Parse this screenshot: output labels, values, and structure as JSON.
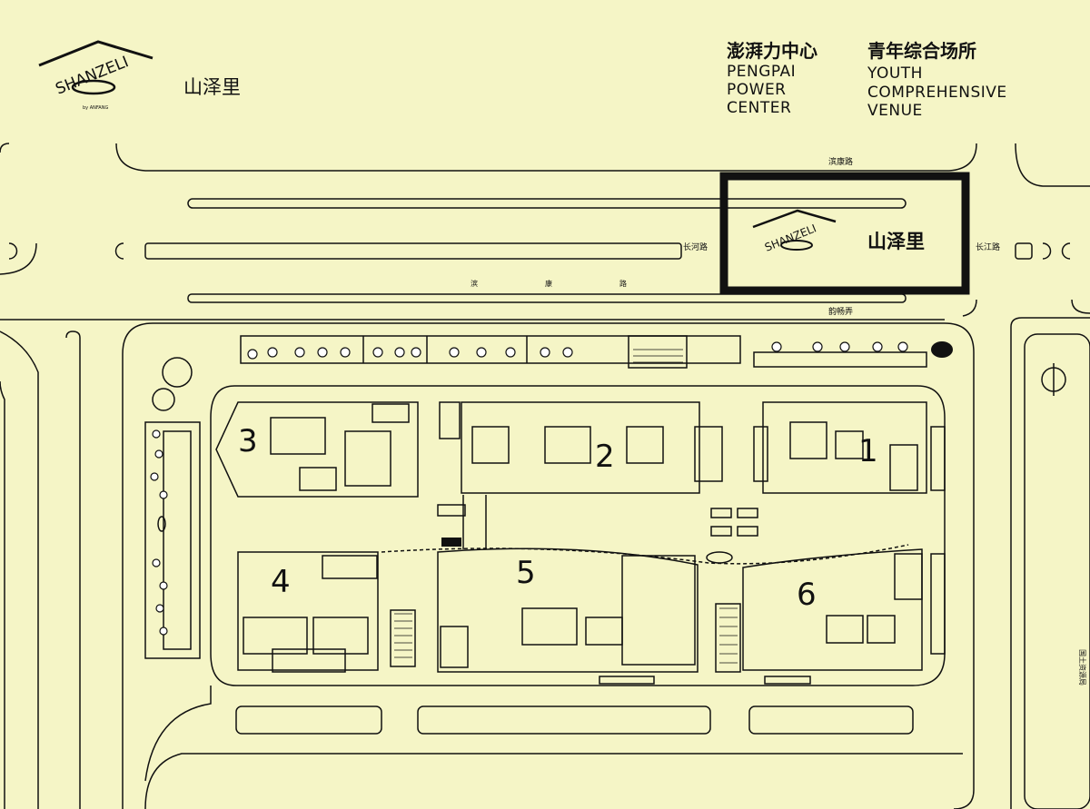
{
  "brand": {
    "logo_text": "SHANZELI",
    "logo_sub": "by ANFANG",
    "name_cn": "山泽里"
  },
  "titles": {
    "pengpai": {
      "cn": "澎湃力中心",
      "en": [
        "PENGPAI",
        "POWER",
        "CENTER"
      ]
    },
    "youth": {
      "cn": "青年综合场所",
      "en": [
        "YOUTH",
        "COMPREHENSIVE",
        "VENUE"
      ]
    }
  },
  "roads": {
    "top": "滨康路",
    "left": "长河路",
    "right": "长江路",
    "bottom_top": "韵畅弄",
    "middle": [
      "滨",
      "康",
      "路"
    ],
    "east_vertical": "国土资源局"
  },
  "highlight": {
    "name_cn": "山泽里"
  },
  "buildings": [
    "1",
    "2",
    "3",
    "4",
    "5",
    "6"
  ],
  "colors": {
    "background": "#f5f5c6",
    "ink": "#111111"
  }
}
